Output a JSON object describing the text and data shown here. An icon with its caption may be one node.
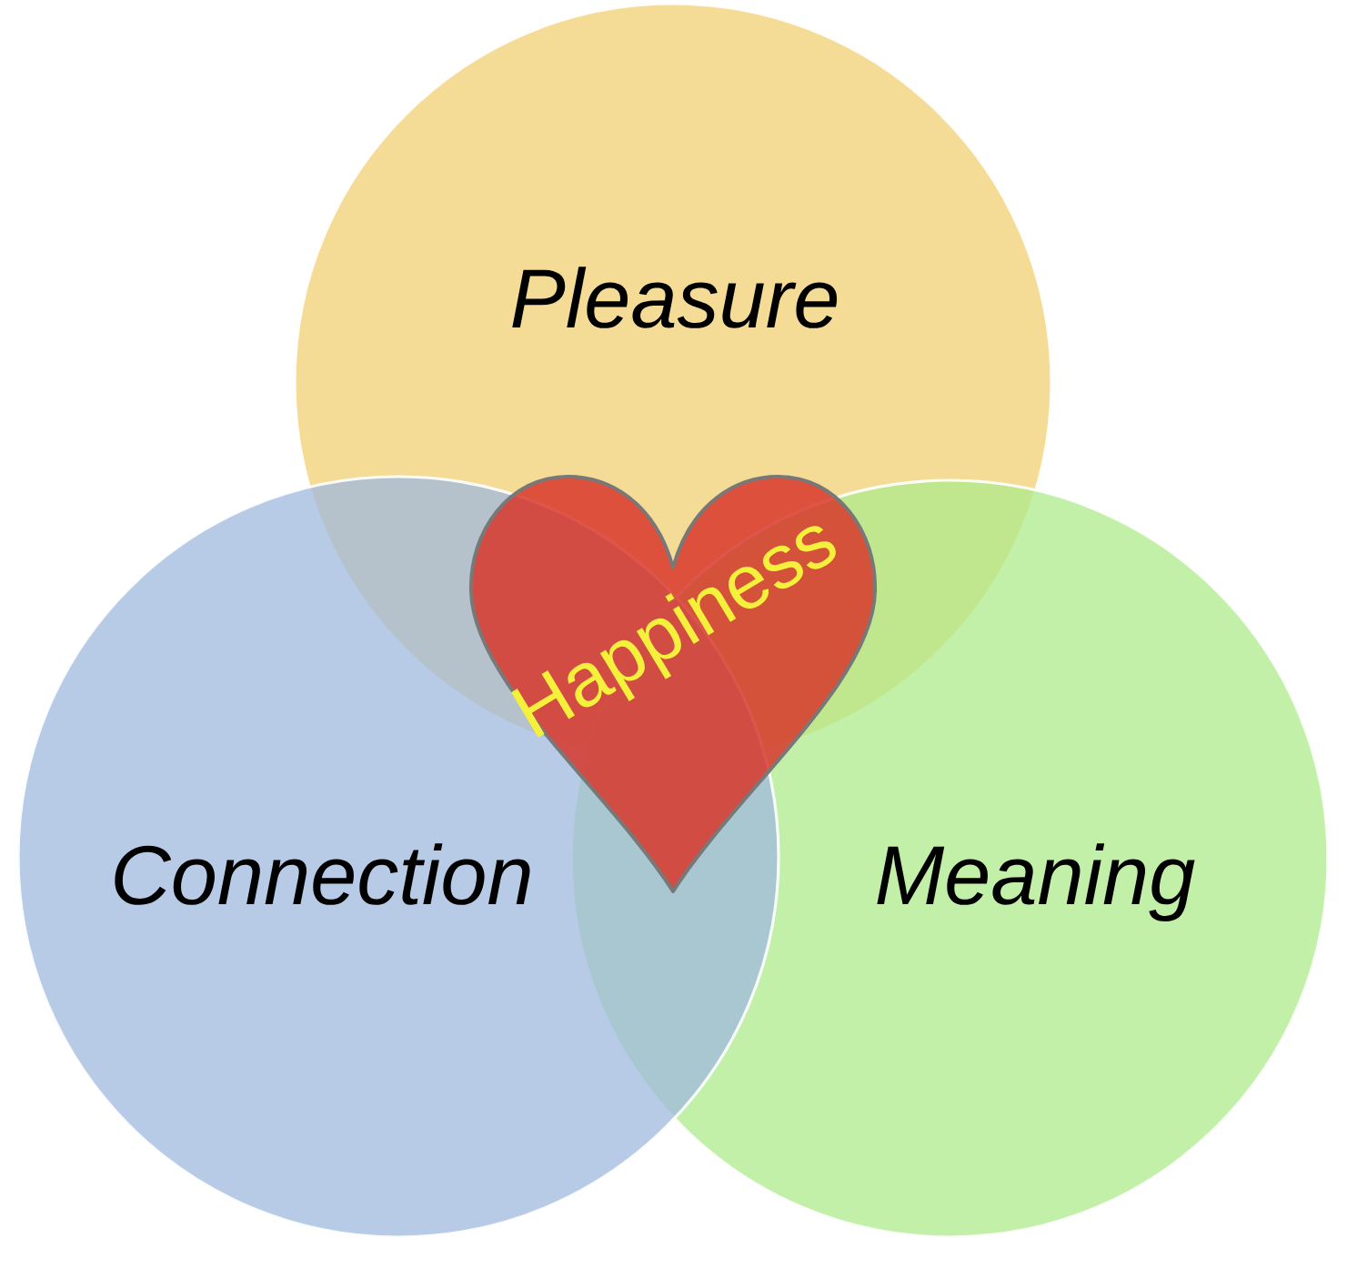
{
  "diagram": {
    "nodes": [
      {
        "text": [
          "Pleasure"
        ]
      },
      {
        "text": [
          "Connection"
        ]
      },
      {
        "text": [
          "Meaning"
        ]
      },
      {
        "text": [
          "Happiness"
        ]
      }
    ]
  }
}
